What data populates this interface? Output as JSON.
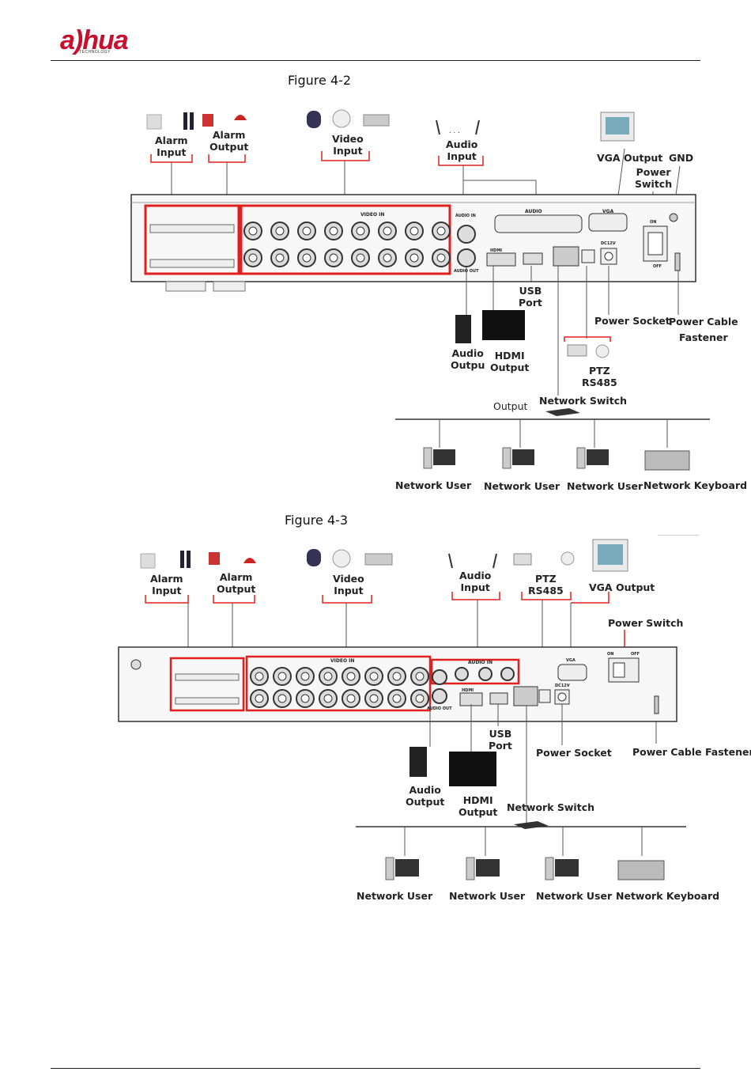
{
  "header": {
    "logo_text": "a)hua",
    "logo_sub": "TECHNOLOGY"
  },
  "figure42": {
    "caption": "Figure 4-2",
    "labels": {
      "alarm_input": [
        "Alarm",
        "Input"
      ],
      "alarm_output": [
        "Alarm",
        "Output"
      ],
      "video_input": [
        "Video",
        "Input"
      ],
      "audio_input": [
        "Audio",
        "Input"
      ],
      "vga_output": "VGA Output",
      "gnd": "GND",
      "power_switch": [
        "Power",
        "Switch"
      ],
      "usb_port": [
        "USB",
        "Port"
      ],
      "power_socket": "Power Socket",
      "power_cable_fastener": [
        "Power Cable",
        "Fastener"
      ],
      "audio_output": [
        "Audio",
        "Outpu"
      ],
      "hdmi_output": [
        "HDMI",
        "Output"
      ],
      "ptz": [
        "PTZ",
        "RS485"
      ],
      "output": "Output",
      "network_switch": "Network Switch",
      "network_users": [
        "Network User",
        "Network User",
        "Network User"
      ],
      "network_keyboard": "Network Keyboard"
    },
    "panel_text": {
      "video_in": "VIDEO IN",
      "audio": "AUDIO",
      "vga": "VGA",
      "audio_in": "AUDIO IN",
      "audio_out": "AUDIO OUT",
      "hdmi": "HDMI",
      "dc": "DC12V",
      "on": "ON",
      "off": "OFF"
    }
  },
  "figure43": {
    "caption": "Figure 4-3",
    "labels": {
      "alarm_input": [
        "Alarm",
        "Input"
      ],
      "alarm_output": [
        "Alarm",
        "Output"
      ],
      "video_input": [
        "Video",
        "Input"
      ],
      "audio_input": [
        "Audio",
        "Input"
      ],
      "ptz": [
        "PTZ",
        "RS485"
      ],
      "vga_output": "VGA Output",
      "power_switch": "Power Switch",
      "usb_port": [
        "USB",
        "Port"
      ],
      "power_socket": "Power Socket",
      "power_cable_fastener": "Power Cable Fastener",
      "audio_output": [
        "Audio",
        "Output"
      ],
      "hdmi_output": [
        "HDMI",
        "Output"
      ],
      "network_switch": "Network Switch",
      "network_users": [
        "Network User",
        "Network User",
        "Network User"
      ],
      "network_keyboard": "Network Keyboard"
    },
    "panel_text": {
      "video_in": "VIDEO IN",
      "audio_in": "AUDIO IN",
      "vga": "VGA",
      "audio_out": "AUDIO OUT",
      "hdmi": "HDMI",
      "dc": "DC12V",
      "on": "ON",
      "off": "OFF"
    }
  },
  "colors": {
    "accent_red": "#e0201e",
    "line_gray": "#555555"
  }
}
